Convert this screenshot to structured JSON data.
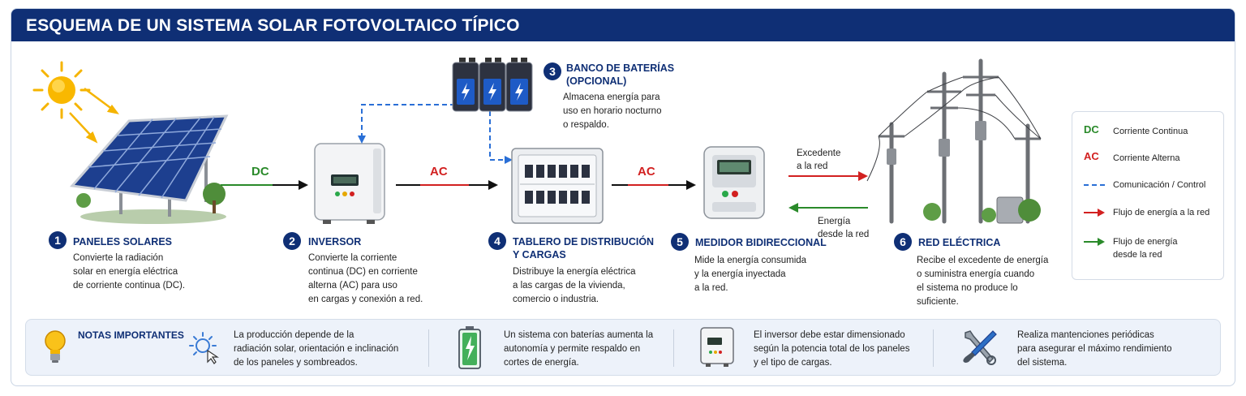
{
  "title": "ESQUEMA DE UN SISTEMA SOLAR FOTOVOLTAICO TÍPICO",
  "components": [
    {
      "number": "1",
      "title": "PANELES SOLARES",
      "lines": [
        "Convierte la radiación",
        "solar en energía eléctrica",
        "de corriente continua (DC)."
      ]
    },
    {
      "number": "2",
      "title": "INVERSOR",
      "lines": [
        "Convierte la corriente",
        "continua (DC) en corriente",
        "alterna (AC) para uso",
        "en cargas y conexión a red."
      ]
    },
    {
      "number": "3",
      "title_lines": [
        "BANCO DE BATERÍAS",
        "(OPCIONAL)"
      ],
      "lines": [
        "Almacena energía para",
        "uso en horario nocturno",
        "o respaldo."
      ]
    },
    {
      "number": "4",
      "title_lines": [
        "TABLERO DE DISTRIBUCIÓN",
        "Y CARGAS"
      ],
      "lines": [
        "Distribuye la energía eléctrica",
        "a las cargas de la vivienda,",
        "comercio o industria."
      ]
    },
    {
      "number": "5",
      "title": "MEDIDOR BIDIRECCIONAL",
      "lines": [
        "Mide la energía consumida",
        "y la energía inyectada",
        "a la red."
      ]
    },
    {
      "number": "6",
      "title": "RED ELÉCTRICA",
      "lines": [
        "Recibe el excedente de energía",
        "o suministra energía cuando",
        "el sistema no produce lo",
        "suficiente."
      ]
    }
  ],
  "flow_labels": {
    "dc": "DC",
    "ac1": "AC",
    "ac2": "AC",
    "excedente": [
      "Excedente",
      "a la red"
    ],
    "energia": [
      "Energía",
      "desde la red"
    ]
  },
  "legend": [
    {
      "key": "DC",
      "text": "Corriente Continua",
      "color": "#2a8a2a"
    },
    {
      "key": "AC",
      "text": "Corriente Alterna",
      "color": "#d22020"
    },
    {
      "key": "",
      "text": "Comunicación / Control",
      "icon": "dashed-line-icon",
      "color": "#2a6fd6"
    },
    {
      "key": "",
      "text": "Flujo de energía a la red",
      "icon": "red-arrow-icon",
      "color": "#d22020"
    },
    {
      "key": "",
      "text_lines": [
        "Flujo de energía",
        "desde la red"
      ],
      "icon": "green-arrow-icon",
      "color": "#2a8a2a"
    }
  ],
  "notes": {
    "title": "NOTAS IMPORTANTES",
    "items": [
      {
        "icon": "sun-touch-icon",
        "lines": [
          "La producción depende de la",
          "radiación solar, orientación e inclinación",
          "de los paneles y sombreados."
        ]
      },
      {
        "icon": "battery-icon",
        "lines": [
          "Un sistema con baterías aumenta la",
          "autonomía y permite respaldo en",
          "cortes de energía."
        ]
      },
      {
        "icon": "inverter-icon",
        "lines": [
          "El inversor debe estar dimensionado",
          "según la potencia total de los paneles",
          "y el tipo de cargas."
        ]
      },
      {
        "icon": "tools-icon",
        "lines": [
          "Realiza mantenciones periódicas",
          "para asegurar el máximo rendimiento",
          "del sistema."
        ]
      }
    ]
  },
  "colors": {
    "brand": "#0f2f75",
    "dc": "#2a8a2a",
    "ac": "#d22020",
    "control": "#2a6fd6"
  }
}
